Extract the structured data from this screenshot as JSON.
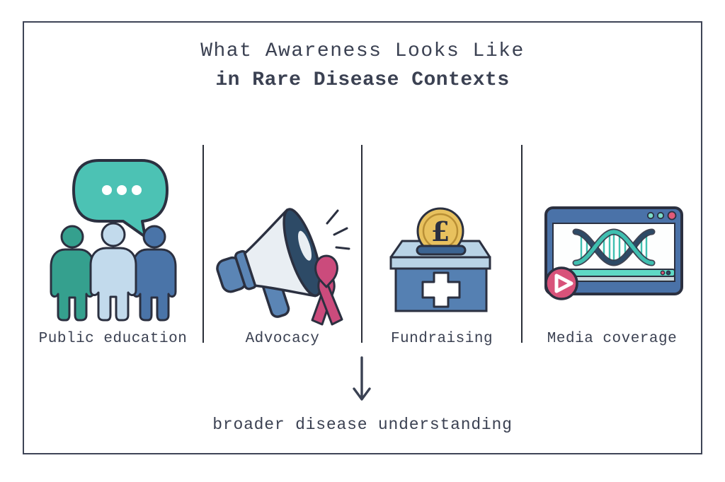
{
  "title": {
    "line1": "What Awareness Looks Like",
    "line2": "in Rare Disease Contexts"
  },
  "columns": [
    {
      "label": "Public education",
      "icon": "people-with-speech-bubble-icon"
    },
    {
      "label": "Advocacy",
      "icon": "megaphone-with-awareness-ribbon-icon"
    },
    {
      "label": "Fundraising",
      "icon": "donation-box-with-coin-icon",
      "coin_symbol": "£"
    },
    {
      "label": "Media coverage",
      "icon": "video-player-with-dna-icon"
    }
  ],
  "arrow": {
    "name": "down-arrow",
    "direction": "down"
  },
  "footer": {
    "text": "broader disease understanding"
  },
  "colors": {
    "ink": "#2b3040",
    "text": "#3b4152",
    "border": "#3e4456",
    "divider": "#2a2e38",
    "teal": "#4cc2b4",
    "person_teal": "#35a08e",
    "person_light": "#c2daec",
    "person_blue": "#4a74a8",
    "mega_blue": "#5b85b5",
    "mega_body": "#e9eef3",
    "mega_dark": "#2d4a66",
    "ribbon": "#cb4b7c",
    "box_lid": "#b9d3e6",
    "box_body": "#5580b2",
    "slot": "#3c6492",
    "coin": "#e8c15e",
    "coin_ring": "#b98f35",
    "frame": "#4a72a8",
    "dot_teal": "#7adbc8",
    "dot_red": "#e05a78",
    "dna_teal": "#3fbfb0",
    "dna_navy": "#2d4a66",
    "bar_teal": "#5fd9c5",
    "bar_gray": "#c9d6da",
    "play": "#d8527a"
  }
}
